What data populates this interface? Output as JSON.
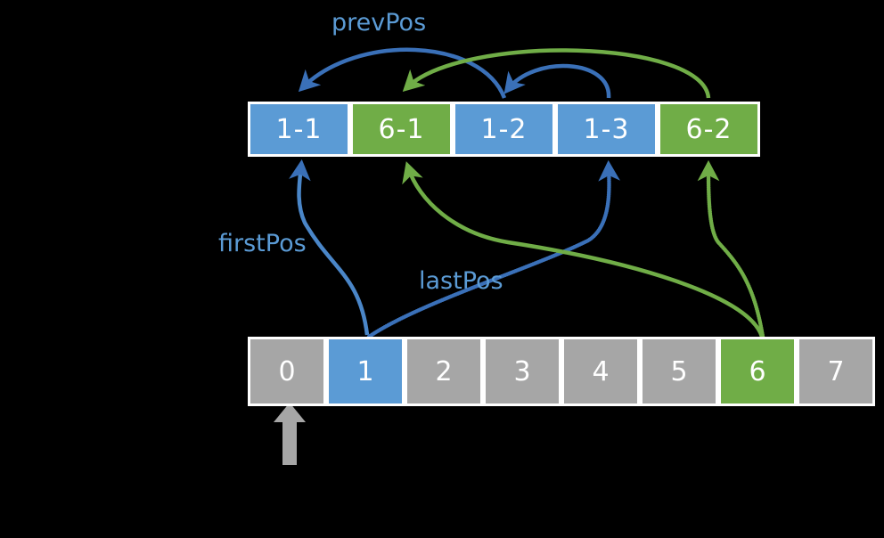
{
  "diagram": {
    "title_labels": {
      "prevPos": "prevPos",
      "firstPos": "firstPos",
      "lastPos": "lastPos"
    },
    "colors": {
      "blue": "#5B9BD5",
      "green": "#70AD47",
      "gray": "#A6A6A6",
      "blue_dark": "#3A70B8",
      "green_dark": "#70AD47",
      "background": "#000000",
      "border": "#FFFFFF",
      "label_blue": "#5B9BD5",
      "pointer_gray": "#A6A6A6"
    },
    "node_row": {
      "name": "hash-bucket-chain",
      "cells": [
        {
          "label": "1-1",
          "color": "blue"
        },
        {
          "label": "6-1",
          "color": "green"
        },
        {
          "label": "1-2",
          "color": "blue"
        },
        {
          "label": "1-3",
          "color": "blue"
        },
        {
          "label": "6-2",
          "color": "green"
        }
      ]
    },
    "index_row": {
      "name": "index-array",
      "cells": [
        {
          "label": "0",
          "color": "gray"
        },
        {
          "label": "1",
          "color": "blue"
        },
        {
          "label": "2",
          "color": "gray"
        },
        {
          "label": "3",
          "color": "gray"
        },
        {
          "label": "4",
          "color": "gray"
        },
        {
          "label": "5",
          "color": "gray"
        },
        {
          "label": "6",
          "color": "green"
        },
        {
          "label": "7",
          "color": "gray"
        }
      ]
    },
    "edges": [
      {
        "name": "prevpos-1-2-to-1-1",
        "from": "1-2",
        "to": "1-1",
        "color": "blue",
        "style": "solid",
        "arrow": true
      },
      {
        "name": "prevpos-1-3-to-1-2",
        "from": "1-3",
        "to": "1-2",
        "color": "blue",
        "style": "solid",
        "arrow": true
      },
      {
        "name": "prevpos-6-2-to-6-1",
        "from": "6-2",
        "to": "6-1",
        "color": "green",
        "style": "solid",
        "arrow": true
      },
      {
        "name": "firstpos-1-to-1-1",
        "from": "index-1",
        "to": "1-1",
        "color": "blue",
        "style": "solid",
        "arrow": true
      },
      {
        "name": "lastpos-1-to-1-3",
        "from": "index-1",
        "to": "1-3",
        "color": "blue",
        "style": "dotted",
        "arrow": true
      },
      {
        "name": "firstpos-6-to-6-1",
        "from": "index-6",
        "to": "6-1",
        "color": "green",
        "style": "solid",
        "arrow": true
      },
      {
        "name": "lastpos-6-to-6-2",
        "from": "index-6",
        "to": "6-2",
        "color": "green",
        "style": "dotted",
        "arrow": true
      }
    ],
    "cursor": {
      "name": "current-index-pointer",
      "points_at": "0"
    }
  }
}
